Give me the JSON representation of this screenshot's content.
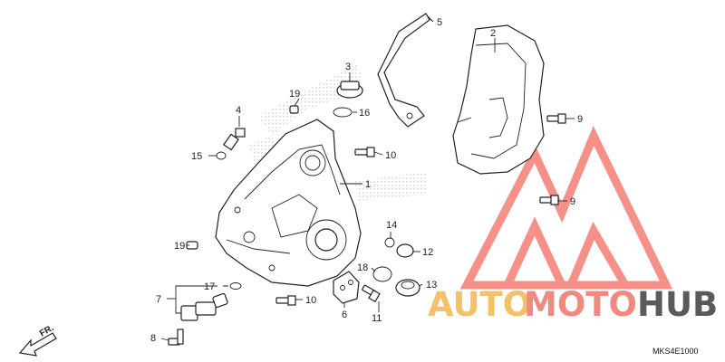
{
  "diagram": {
    "code": "MKS4E1000",
    "fr_label": "FR.",
    "callouts": [
      {
        "id": "c1",
        "num": "1"
      },
      {
        "id": "c2",
        "num": "2"
      },
      {
        "id": "c3",
        "num": "3"
      },
      {
        "id": "c4",
        "num": "4"
      },
      {
        "id": "c5",
        "num": "5"
      },
      {
        "id": "c6",
        "num": "6"
      },
      {
        "id": "c7",
        "num": "7"
      },
      {
        "id": "c8",
        "num": "8"
      },
      {
        "id": "c9a",
        "num": "9"
      },
      {
        "id": "c9b",
        "num": "9"
      },
      {
        "id": "c10a",
        "num": "10"
      },
      {
        "id": "c10b",
        "num": "10"
      },
      {
        "id": "c11",
        "num": "11"
      },
      {
        "id": "c12",
        "num": "12"
      },
      {
        "id": "c13",
        "num": "13"
      },
      {
        "id": "c14",
        "num": "14"
      },
      {
        "id": "c15",
        "num": "15"
      },
      {
        "id": "c16",
        "num": "16"
      },
      {
        "id": "c17",
        "num": "17"
      },
      {
        "id": "c18",
        "num": "18"
      },
      {
        "id": "c19a",
        "num": "19"
      },
      {
        "id": "c19b",
        "num": "19"
      }
    ]
  },
  "watermark": {
    "auto": "AUTO",
    "moto": "MOTO",
    "hub": "HUB",
    "colors": {
      "auto": "#f4c06a",
      "moto": "#f08a80",
      "hub": "#5a5a5a",
      "logo": "#f36d64"
    }
  }
}
